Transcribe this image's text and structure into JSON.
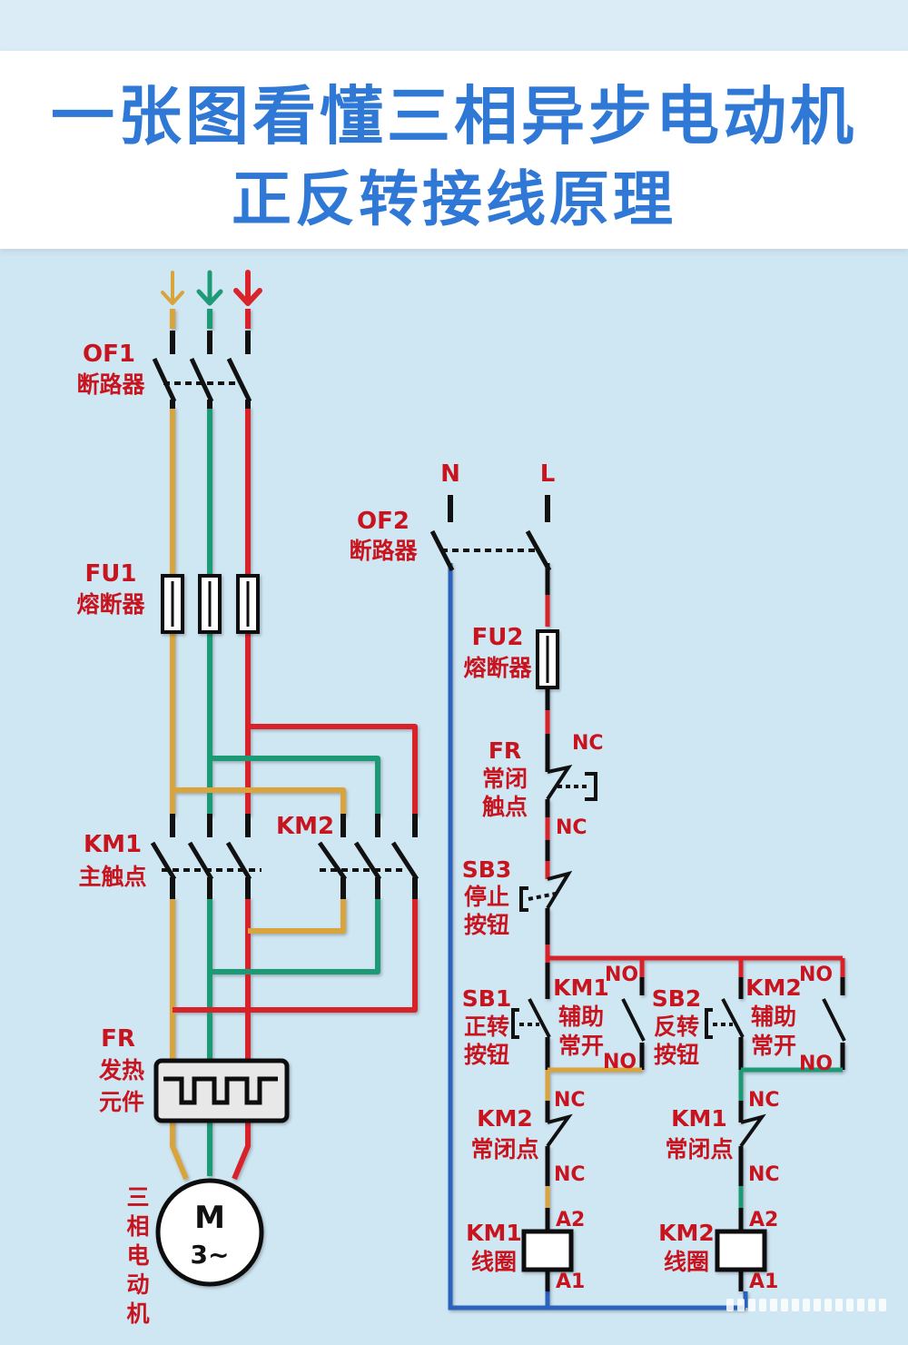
{
  "title": {
    "line1": "一张图看懂三相异步电动机",
    "line2": "正反转接线原理"
  },
  "colors": {
    "phase_l1": "#d9a43a",
    "phase_l2": "#1f9a76",
    "phase_l3": "#d8242a",
    "neutral": "#2a62c0",
    "label": "#c8141e",
    "title": "#2f78d6",
    "background": "#cfe6f3"
  },
  "main_circuit": {
    "qf1": {
      "code": "OF1",
      "name": "断路器"
    },
    "fu1": {
      "code": "FU1",
      "name": "熔断器"
    },
    "km1": {
      "code": "KM1",
      "name": "主触点"
    },
    "km2": {
      "code": "KM2"
    },
    "fr": {
      "code": "FR",
      "name1": "发热",
      "name2": "元件"
    },
    "motor": {
      "symbol": "M",
      "phase": "3~",
      "name": [
        "三",
        "相",
        "电",
        "动",
        "机"
      ]
    }
  },
  "control_circuit": {
    "n_label": "N",
    "l_label": "L",
    "qf2": {
      "code": "OF2",
      "name": "断路器"
    },
    "fu2": {
      "code": "FU2",
      "name": "熔断器"
    },
    "fr_contact": {
      "code": "FR",
      "name1": "常闭",
      "name2": "触点"
    },
    "sb3": {
      "code": "SB3",
      "name1": "停止",
      "name2": "按钮"
    },
    "sb1": {
      "code": "SB1",
      "name1": "正转",
      "name2": "按钮"
    },
    "sb2": {
      "code": "SB2",
      "name1": "反转",
      "name2": "按钮"
    },
    "km1_aux": {
      "code": "KM1",
      "name1": "辅助",
      "name2": "常开"
    },
    "km2_aux": {
      "code": "KM2",
      "name1": "辅助",
      "name2": "常开"
    },
    "km2_nc": {
      "code": "KM2",
      "name": "常闭点"
    },
    "km1_nc": {
      "code": "KM1",
      "name": "常闭点"
    },
    "km1_coil": {
      "code": "KM1",
      "name": "线圈"
    },
    "km2_coil": {
      "code": "KM2",
      "name": "线圈"
    },
    "nc": "NC",
    "no": "NO",
    "a1": "A1",
    "a2": "A2"
  }
}
